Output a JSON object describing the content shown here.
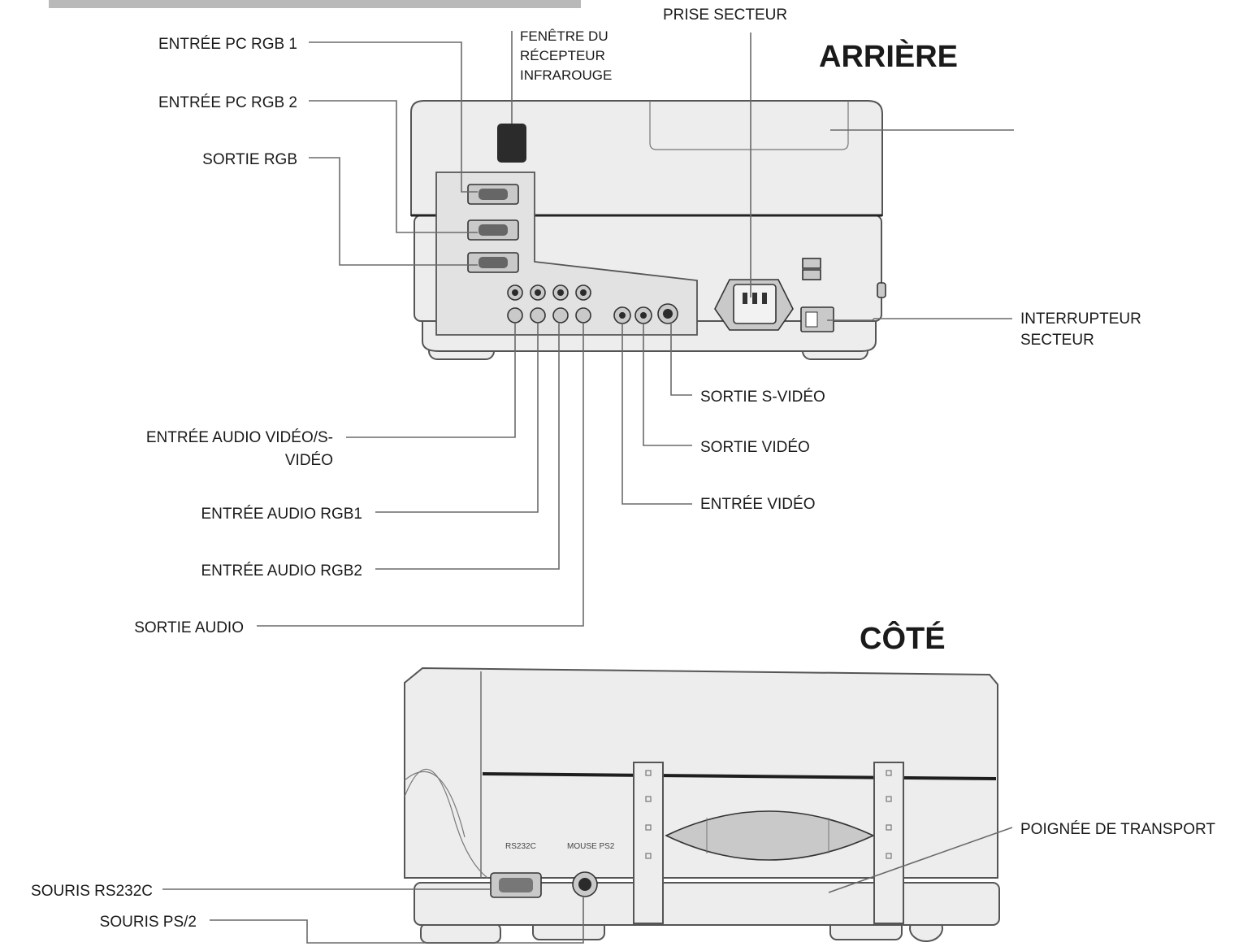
{
  "headings": {
    "rear": "ARRIÈRE",
    "side": "CÔTÉ"
  },
  "labels": {
    "pc_rgb_in_1": "ENTRÉE PC RGB 1",
    "pc_rgb_in_2": "ENTRÉE PC RGB 2",
    "rgb_out": "SORTIE RGB",
    "ir_window_line1": "FENÊTRE DU",
    "ir_window_line2": "RÉCEPTEUR",
    "ir_window_line3": "INFRAROUGE",
    "power_socket": "PRISE SECTEUR",
    "power_switch_line1": "INTERRUPTEUR",
    "power_switch_line2": "SECTEUR",
    "s_video_out": "SORTIE S-VIDÉO",
    "video_out": "SORTIE VIDÉO",
    "video_in": "ENTRÉE VIDÉO",
    "audio_video_in_line1": "ENTRÉE AUDIO VIDÉO/S-",
    "audio_video_in_line2": "VIDÉO",
    "audio_rgb1_in": "ENTRÉE AUDIO RGB1",
    "audio_rgb2_in": "ENTRÉE AUDIO RGB2",
    "audio_out": "SORTIE AUDIO",
    "mouse_rs232c": "SOURIS RS232C",
    "mouse_ps2": "SOURIS PS/2",
    "carry_handle": "POIGNÉE DE TRANSPORT"
  },
  "colors": {
    "ink": "#1a1a1a",
    "leader": "#6a6a6a",
    "body": "#ededed",
    "header_bar": "#b9b9b9"
  }
}
